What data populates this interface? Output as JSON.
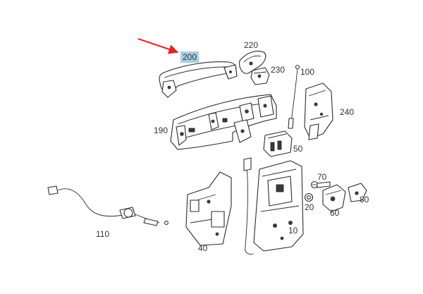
{
  "colors": {
    "highlight_bg": "#a9cde6",
    "arrow": "#e0262b",
    "line": "#2b2b2b",
    "dark_fill": "#3a3a3a"
  },
  "highlighted_part": "200",
  "labels": {
    "p200": "200",
    "p220": "220",
    "p230": "230",
    "p100": "100",
    "p240": "240",
    "p190": "190",
    "p50": "50",
    "p70": "70",
    "p20": "20",
    "p60": "60",
    "p80": "80",
    "p110": "110",
    "p40": "40",
    "p10": "10"
  }
}
